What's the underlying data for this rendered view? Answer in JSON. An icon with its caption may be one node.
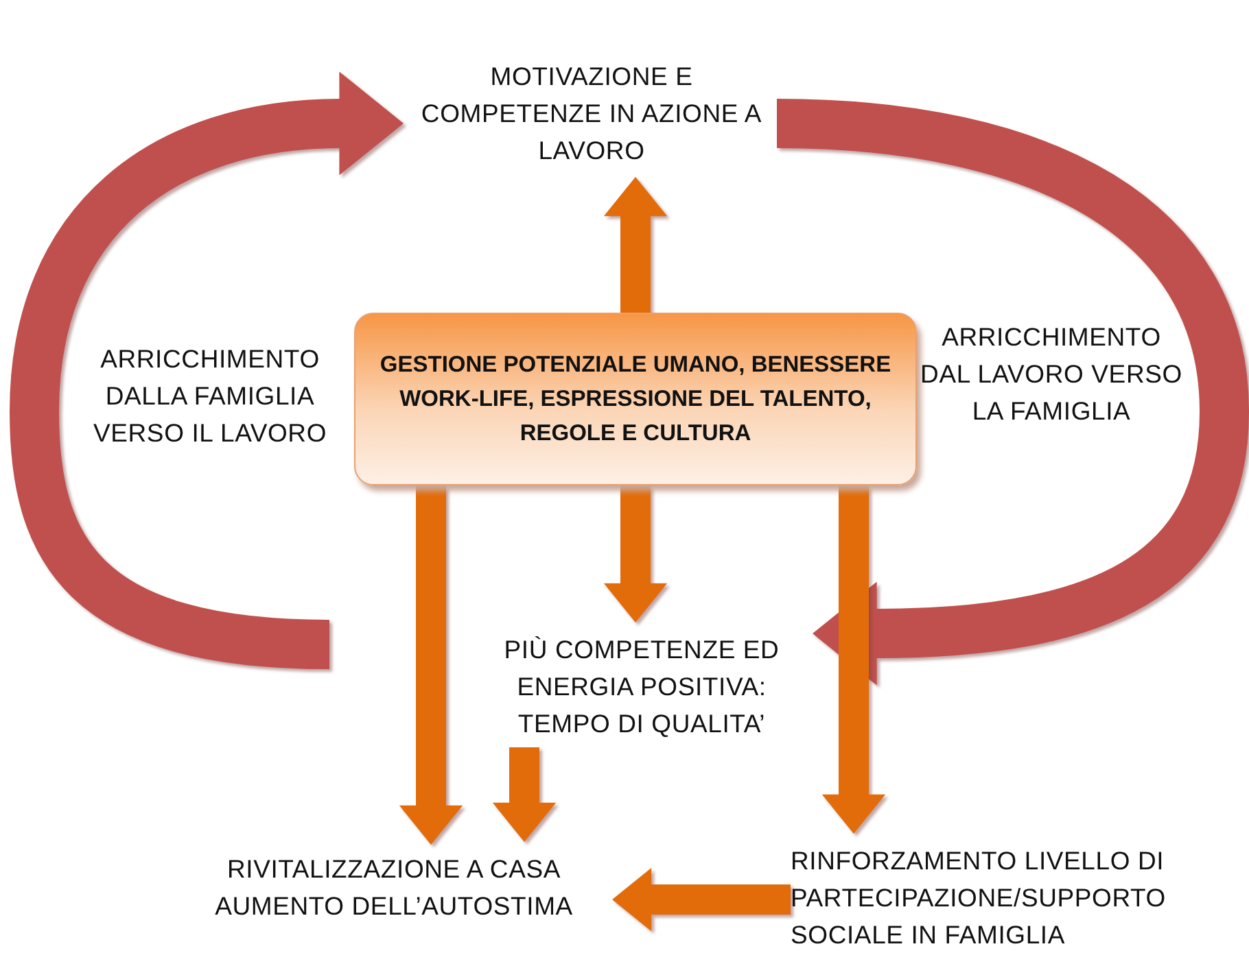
{
  "diagram": {
    "nodes": [
      {
        "text": [
          "GESTIONE POTENZIALE UMANO, BENESSERE WORK-LIFE, ESPRESSIONE DEL TALENTO, REGOLE E CULTURA"
        ]
      },
      {
        "text": [
          "MOTIVAZIONE E COMPETENZE IN AZIONE A LAVORO"
        ]
      },
      {
        "text": [
          "ARRICCHIMENTO DALLA FAMIGLIA VERSO IL LAVORO"
        ]
      },
      {
        "text": [
          "ARRICCHIMENTO DAL LAVORO VERSO LA FAMIGLIA"
        ]
      },
      {
        "text": [
          "PIÙ COMPETENZE ED ENERGIA POSITIVA: TEMPO DI QUALITA’"
        ]
      },
      {
        "text": [
          "RIVITALIZZAZIONE A CASA AUMENTO DELL’AUTOSTIMA"
        ]
      },
      {
        "text": [
          "RINFORZAMENTO LIVELLO DI PARTECIPAZIONE/SUPPORTO SOCIALE IN FAMIGLIA"
        ]
      }
    ],
    "edges": [
      {
        "from": 0,
        "to": 1,
        "arrow": "to"
      },
      {
        "from": 0,
        "to": 4,
        "arrow": "to"
      },
      {
        "from": 0,
        "to": 5,
        "arrow": "to"
      },
      {
        "from": 4,
        "to": 5,
        "arrow": "to"
      },
      {
        "from": 0,
        "to": 6,
        "arrow": "to"
      },
      {
        "from": 6,
        "to": 5,
        "arrow": "to"
      },
      {
        "from": null,
        "to": 1,
        "arrow": "to",
        "color": "#c0504d"
      },
      {
        "from": 1,
        "to": 4,
        "arrow": "to",
        "color": "#c0504d"
      }
    ]
  }
}
